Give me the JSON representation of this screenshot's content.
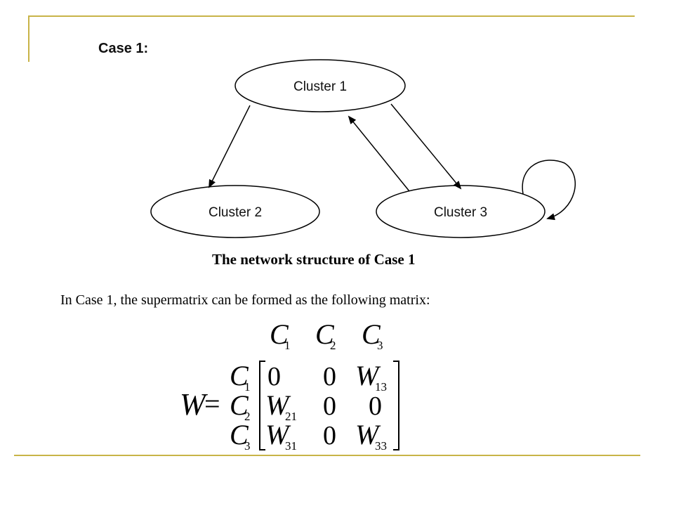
{
  "heading": "Case 1:",
  "diagram": {
    "nodes": [
      {
        "id": "c1",
        "label": "Cluster 1"
      },
      {
        "id": "c2",
        "label": "Cluster 2"
      },
      {
        "id": "c3",
        "label": "Cluster 3"
      }
    ],
    "edges": [
      {
        "from": "c1",
        "to": "c2"
      },
      {
        "from": "c1",
        "to": "c3"
      },
      {
        "from": "c3",
        "to": "c1"
      },
      {
        "from": "c3",
        "to": "c3"
      }
    ],
    "caption": "The network structure of Case 1"
  },
  "body_text": "In Case 1, the supermatrix can be formed as the following matrix:",
  "matrix": {
    "lhs": "W",
    "equals": "=",
    "col_headers": [
      {
        "main": "C",
        "sub": "1"
      },
      {
        "main": "C",
        "sub": "2"
      },
      {
        "main": "C",
        "sub": "3"
      }
    ],
    "row_headers": [
      {
        "main": "C",
        "sub": "1"
      },
      {
        "main": "C",
        "sub": "2"
      },
      {
        "main": "C",
        "sub": "3"
      }
    ],
    "rows": [
      [
        {
          "main": "0",
          "sub": ""
        },
        {
          "main": "0",
          "sub": ""
        },
        {
          "main": "W",
          "sub": "13"
        }
      ],
      [
        {
          "main": "W",
          "sub": "21"
        },
        {
          "main": "0",
          "sub": ""
        },
        {
          "main": "0",
          "sub": ""
        }
      ],
      [
        {
          "main": "W",
          "sub": "31"
        },
        {
          "main": "0",
          "sub": ""
        },
        {
          "main": "W",
          "sub": "33"
        }
      ]
    ]
  },
  "colors": {
    "accent_rule": "#c8b448",
    "ink": "#000000"
  }
}
